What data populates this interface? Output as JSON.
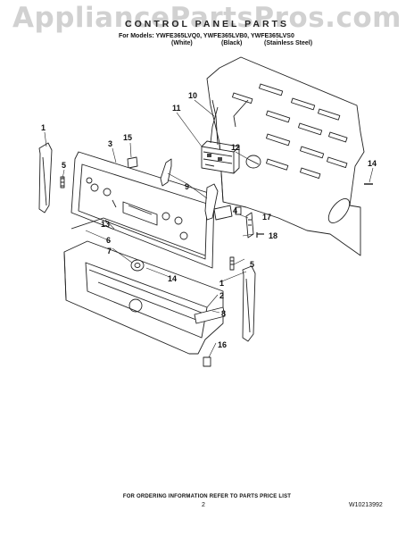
{
  "watermark": "AppliancePartsPros.com",
  "header": {
    "title": "CONTROL PANEL PARTS",
    "models_line": "For Models: YWFE365LVQ0, YWFE365LVB0, YWFE365LVS0",
    "variants": [
      "(White)",
      "(Black)",
      "(Stainless Steel)"
    ]
  },
  "callouts": [
    "1",
    "2",
    "3",
    "4",
    "5",
    "6",
    "7",
    "8",
    "9",
    "10",
    "11",
    "12",
    "13",
    "14",
    "15",
    "16",
    "17",
    "18"
  ],
  "footer": {
    "note": "FOR ORDERING INFORMATION REFER TO PARTS PRICE LIST",
    "page": "2",
    "doc_number": "W10213992"
  }
}
